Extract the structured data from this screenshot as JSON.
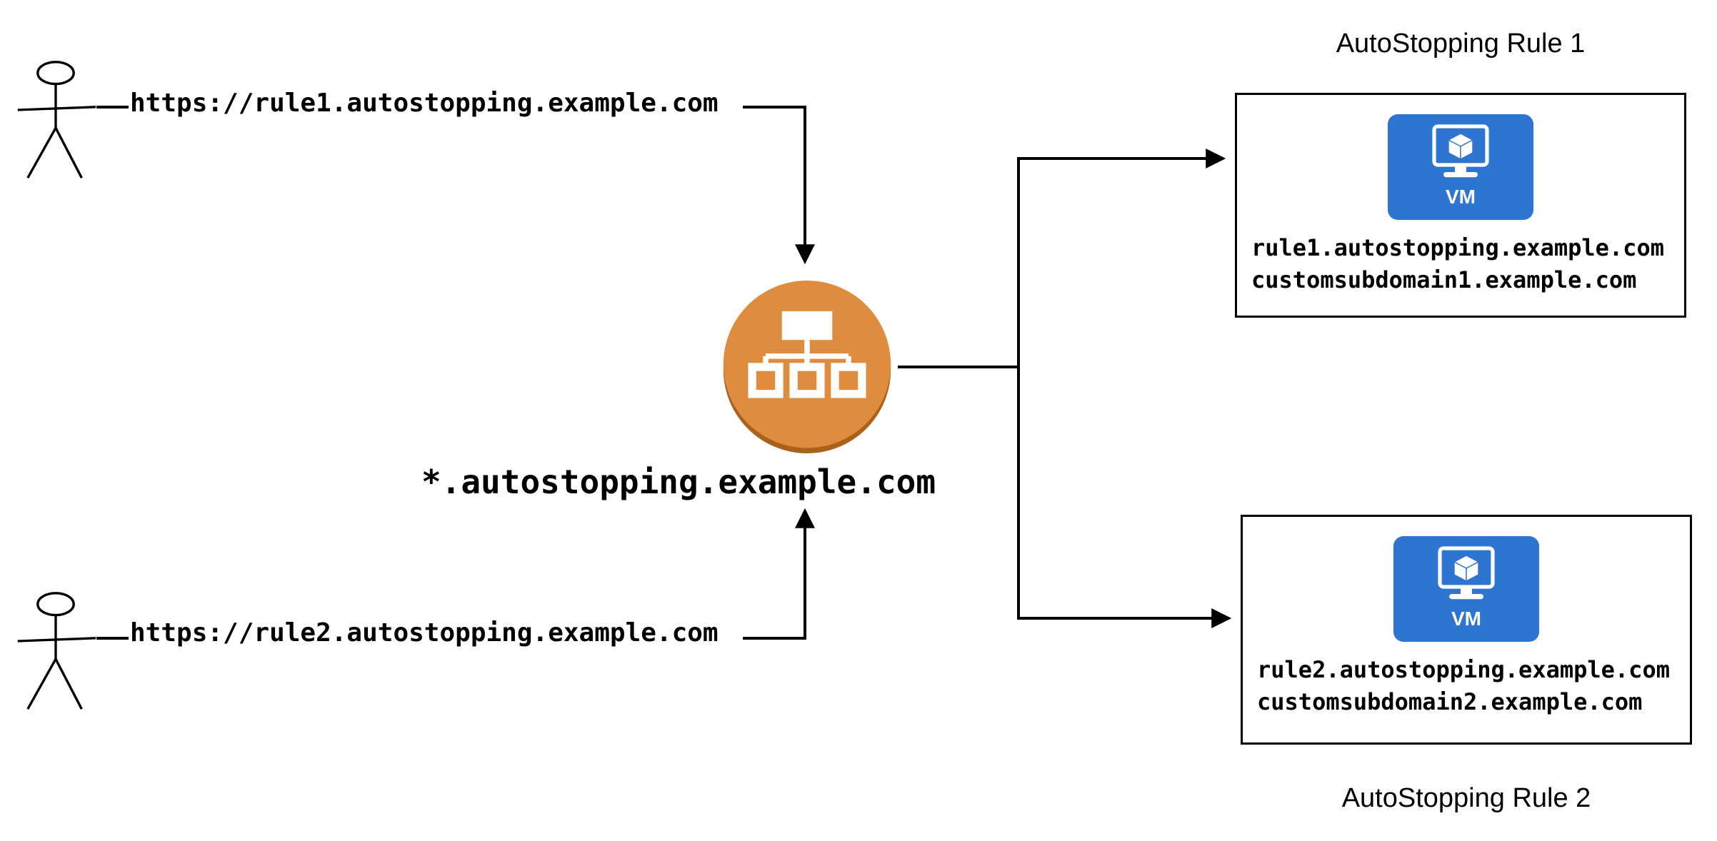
{
  "diagram": {
    "users": [
      {
        "url": "https://rule1.autostopping.example.com"
      },
      {
        "url": "https://rule2.autostopping.example.com"
      }
    ],
    "load_balancer": {
      "wildcard_domain": "*.autostopping.example.com"
    },
    "rules": [
      {
        "title": "AutoStopping Rule 1",
        "vm_label": "VM",
        "domains": [
          "rule1.autostopping.example.com",
          "customsubdomain1.example.com"
        ]
      },
      {
        "title": "AutoStopping Rule 2",
        "vm_label": "VM",
        "domains": [
          "rule2.autostopping.example.com",
          "customsubdomain2.example.com"
        ]
      }
    ],
    "colors": {
      "lb_orange": "#E08C3E",
      "lb_orange_dark": "#A8621C",
      "vm_blue": "#2E74D1"
    }
  }
}
